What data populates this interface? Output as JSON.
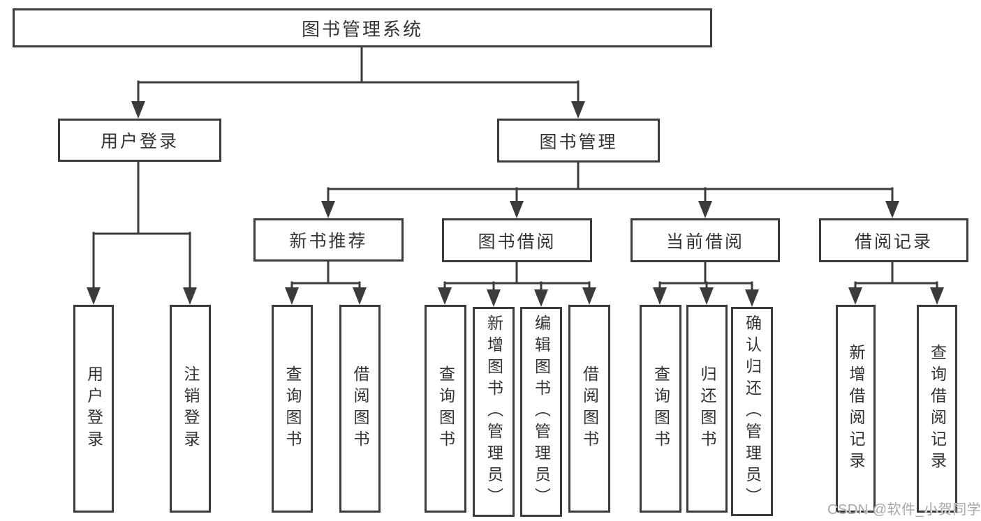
{
  "diagram": {
    "root": "图书管理系统",
    "level2": {
      "user_login": "用户登录",
      "book_management": "图书管理"
    },
    "level3": {
      "new_book_recommend": "新书推荐",
      "book_borrow": "图书借阅",
      "current_borrow": "当前借阅",
      "borrow_records": "借阅记录"
    },
    "leaves": {
      "user_login": [
        "用户登录",
        "注销登录"
      ],
      "new_book_recommend": [
        "查询图书",
        "借阅图书"
      ],
      "book_borrow": [
        "查询图书",
        "新增图书（管理员）",
        "编辑图书（管理员）",
        "借阅图书"
      ],
      "current_borrow": [
        "查询图书",
        "归还图书",
        "确认归还（管理员）"
      ],
      "borrow_records": [
        "新增借阅记录",
        "查询借阅记录"
      ]
    }
  },
  "watermark": {
    "text": "CSDN @软件_小贺同学"
  },
  "colors": {
    "line": "#3b3b3b",
    "text": "#333333",
    "bg": "#ffffff",
    "watermark": "#a8a8a8"
  }
}
